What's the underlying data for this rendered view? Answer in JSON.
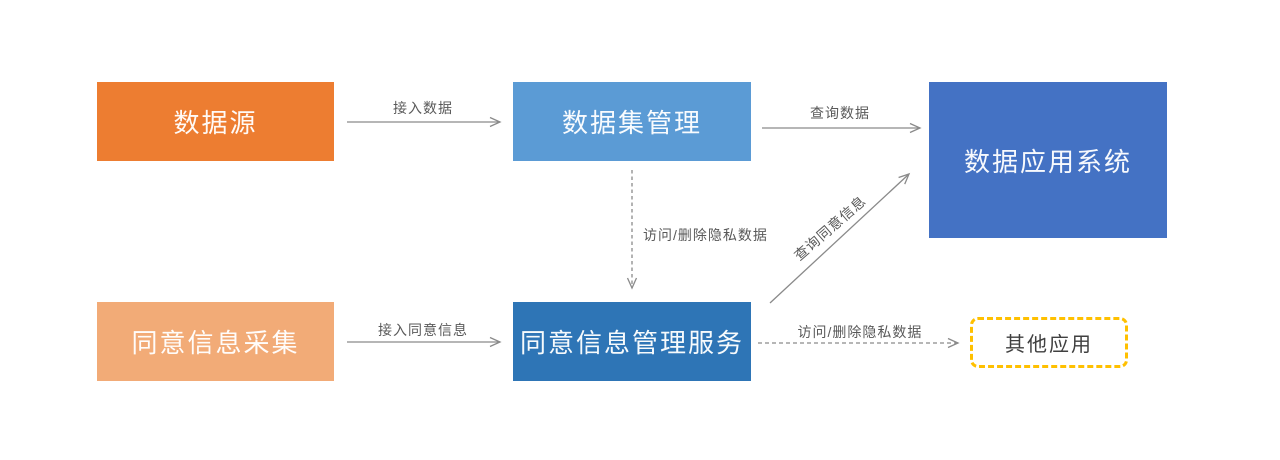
{
  "diagram": {
    "background_color": "#ffffff",
    "line_color": "#8a8a8a",
    "edge_label_color": "#595959",
    "nodes": {
      "data_source": {
        "label": "数据源",
        "fill": "#ED7D31",
        "text_color": "#ffffff",
        "shape": "rect"
      },
      "dataset_management": {
        "label": "数据集管理",
        "fill": "#5B9BD5",
        "text_color": "#ffffff",
        "shape": "rect"
      },
      "data_application_system": {
        "label": "数据应用系统",
        "fill": "#4472C4",
        "text_color": "#ffffff",
        "shape": "rect"
      },
      "consent_info_collection": {
        "label": "同意信息采集",
        "fill": "#F2AB77",
        "text_color": "#ffffff",
        "shape": "rect"
      },
      "consent_info_management_service": {
        "label": "同意信息管理服务",
        "fill": "#2E75B6",
        "text_color": "#ffffff",
        "shape": "rect"
      },
      "other_applications": {
        "label": "其他应用",
        "fill": "#ffffff",
        "border_color": "#FFC000",
        "border_style": "dashed",
        "text_color": "#404040",
        "shape": "rounded-rect"
      }
    },
    "edges": {
      "connect_data": {
        "label": "接入数据",
        "style": "solid",
        "from": "data_source",
        "to": "dataset_management"
      },
      "query_data": {
        "label": "查询数据",
        "style": "solid",
        "from": "dataset_management",
        "to": "data_application_system"
      },
      "access_delete_private_data_vertical": {
        "label": "访问/删除隐私数据",
        "style": "dashed",
        "from": "dataset_management",
        "to": "consent_info_management_service"
      },
      "connect_consent_info": {
        "label": "接入同意信息",
        "style": "solid",
        "from": "consent_info_collection",
        "to": "consent_info_management_service"
      },
      "query_consent_info": {
        "label": "查询同意信息",
        "style": "solid",
        "from": "consent_info_management_service",
        "to": "data_application_system"
      },
      "access_delete_private_data_horizontal": {
        "label": "访问/删除隐私数据",
        "style": "dashed",
        "from": "consent_info_management_service",
        "to": "other_applications"
      }
    }
  }
}
